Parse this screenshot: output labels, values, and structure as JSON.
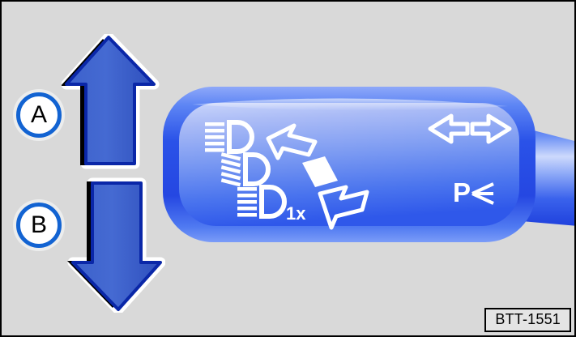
{
  "figure": {
    "id_label": "BTT-1551",
    "background_color": "#d9d9d9",
    "border_color": "#000000",
    "description": "Vehicle turn signal and headlight control stalk with two movement arrows"
  },
  "callouts": [
    {
      "key": "a",
      "label": "A",
      "meaning": "push stalk up",
      "ring_color": "#1263d2"
    },
    {
      "key": "b",
      "label": "B",
      "meaning": "pull stalk down",
      "ring_color": "#1263d2"
    }
  ],
  "arrows": [
    {
      "key": "up",
      "name": "arrow-up",
      "direction": "up",
      "fill_color": "#3a5fc8",
      "outline_color": "#0a27a8",
      "shadow_color": "#000000",
      "halo_color": "#ffffff"
    },
    {
      "key": "down",
      "name": "arrow-down",
      "direction": "down",
      "fill_color": "#3a5fc8",
      "outline_color": "#0a27a8",
      "shadow_color": "#000000",
      "halo_color": "#ffffff"
    }
  ],
  "stalk": {
    "name": "control-stalk",
    "body_color_light": "#b3c2f7",
    "body_color_mid": "#4f7bf0",
    "body_color_dark": "#2b53e8",
    "rim_color_light": "#7e9bf7",
    "rim_color_dark": "#1c3fe0",
    "shaft_color_light": "#c6d4fb",
    "shaft_color_dark": "#2347e4",
    "symbol_color": "#ffffff"
  },
  "symbols": {
    "left_group": [
      {
        "key": "high-beam-top",
        "name": "high-beam-headlight-icon",
        "beam": "horizontal",
        "label": ""
      },
      {
        "key": "low-beam-mid",
        "name": "low-beam-headlight-icon",
        "beam": "slanted",
        "label": ""
      },
      {
        "key": "high-beam-flash",
        "name": "headlight-flash-icon",
        "beam": "horizontal",
        "label": "1x"
      }
    ],
    "diagonal_arrow": {
      "key": "diagonal-double-arrow",
      "name": "diagonal-double-arrow-icon",
      "up_direction": "up-left",
      "down_direction": "down-right"
    },
    "right_group": [
      {
        "key": "turn-left",
        "name": "turn-signal-left-arrow-icon",
        "direction": "left"
      },
      {
        "key": "turn-right",
        "name": "turn-signal-right-arrow-icon",
        "direction": "right"
      },
      {
        "key": "parking-light",
        "name": "parking-light-icon",
        "label": "P"
      }
    ]
  }
}
